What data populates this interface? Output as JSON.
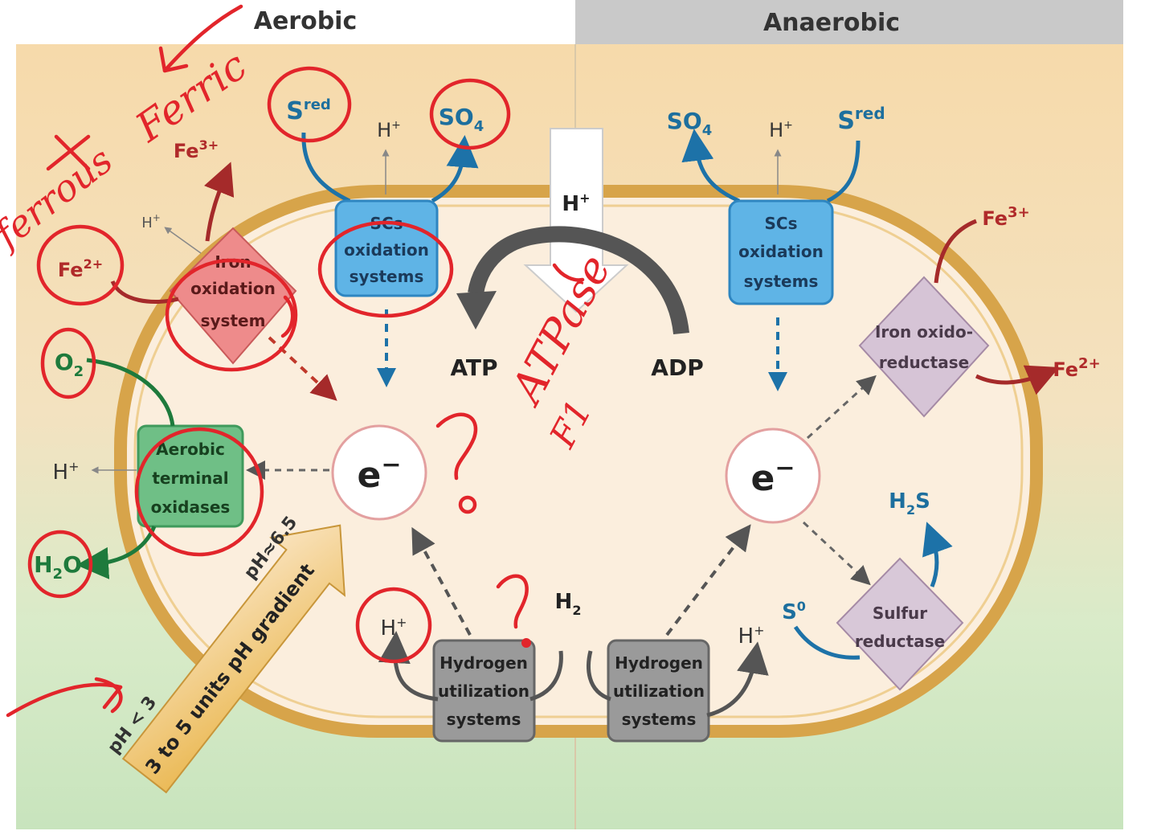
{
  "headers": {
    "aerobic": "Aerobic",
    "anaerobic": "Anaerobic"
  },
  "labels": {
    "sred": "S",
    "sred_sup": "red",
    "so4": "SO",
    "so4_sub": "4",
    "h_plus": "H",
    "plus": "+",
    "fe3": "Fe",
    "fe3_sup": "3+",
    "fe2": "Fe",
    "fe2_sup": "2+",
    "o2": "O",
    "o2_sub": "2",
    "h2o_h": "H",
    "h2o_sub": "2",
    "h2o_o": "O",
    "h2s_h": "H",
    "h2s_sub": "2",
    "h2s_s": "S",
    "s0": "S",
    "s0_sup": "0",
    "h2": "H",
    "h2_sub": "2",
    "atp": "ATP",
    "adp": "ADP",
    "electron": "e",
    "minus": "−"
  },
  "boxes": {
    "sc_l1": "SCs",
    "sc_l2": "oxidation",
    "sc_l3": "systems",
    "iron_l1": "Iron",
    "iron_l2": "oxidation",
    "iron_l3": "system",
    "aero_l1": "Aerobic",
    "aero_l2": "terminal",
    "aero_l3": "oxidases",
    "hyd_l1": "Hydrogen",
    "hyd_l2": "utilization",
    "hyd_l3": "systems",
    "ironred_l1": "Iron oxido-",
    "ironred_l2": "reductase",
    "sulfur_l1": "Sulfur",
    "sulfur_l2": "reductase"
  },
  "gradient": {
    "ph_in": "pH≈6.5",
    "text": "3 to 5 units pH gradient",
    "ph_out": "pH < 3"
  },
  "annotations": {
    "ferric": "Ferric",
    "ferrous": "ferrous",
    "atpase": "ATPase",
    "f1": "F1",
    "q1": "?",
    "q2": "?"
  },
  "colors": {
    "upper_bg": "#f7d9a8",
    "lower_bg": "#cfe7c4",
    "cell_fill": "#fbeedd",
    "membrane": "#d7a44a",
    "sc_box": "#5fb4e6",
    "iron_box": "#ee8b8b",
    "aero_box": "#6fbf86",
    "hyd_box": "#9a9a9a",
    "ironred_box": "#d6c4d6",
    "sulfur_box": "#d8c8d8",
    "annotation": "#e2252b"
  }
}
